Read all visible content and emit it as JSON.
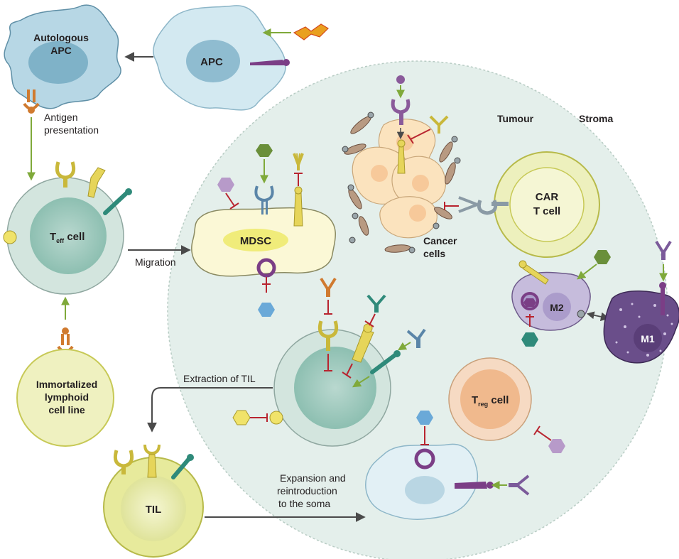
{
  "regions": {
    "tumour": "Tumour",
    "stroma": "Stroma"
  },
  "cells": {
    "autologous_apc": [
      "Autologous",
      "APC"
    ],
    "apc": "APC",
    "teff_main": "T",
    "teff_sub": "eff",
    "teff_suffix": " cell",
    "immortalized": [
      "Immortalized",
      "lymphoid",
      "cell line"
    ],
    "mdsc": "MDSC",
    "cancer": [
      "Cancer",
      "cells"
    ],
    "car": [
      "CAR",
      "T cell"
    ],
    "m2": "M2",
    "m1": "M1",
    "treg_main": "T",
    "treg_sub": "reg",
    "treg_suffix": " cell",
    "til": "TIL"
  },
  "labels": {
    "antigen_presentation": [
      "Antigen",
      "presentation"
    ],
    "migration": "Migration",
    "extraction": "Extraction of TIL",
    "expansion": [
      "Expansion and",
      "reintroduction",
      "to the soma"
    ]
  },
  "colors": {
    "tumour_bg": "#e3eeea",
    "apc_fill": "#c7e1ec",
    "apc_nucleus": "#7fb2c8",
    "teff_outer": "#d5e6df",
    "teff_inner": "#9fcbbf",
    "yellow_cell": "#eef0b8",
    "yellow_cell_edge": "#c7c956",
    "cancer_fill": "#fbe3be",
    "macro_m2": "#c6bcdc",
    "macro_m1": "#6a4e8a",
    "treg_outer": "#f6d9c0",
    "treg_inner": "#f0b98d",
    "green_arrow": "#7fa93a",
    "inhibit_red": "#b8242f"
  }
}
